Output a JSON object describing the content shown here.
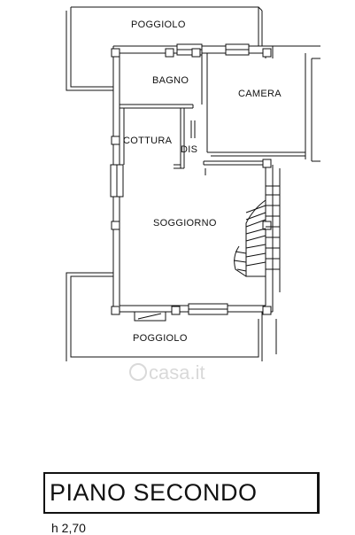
{
  "plan": {
    "rooms": {
      "poggiolo_top": "POGGIOLO",
      "bagno": "BAGNO",
      "camera": "CAMERA",
      "cottura": "COTTURA",
      "dis": "DIS",
      "soggiorno": "SOGGIORNO",
      "poggiolo_bottom": "POGGIOLO"
    },
    "watermark": "casa.it"
  },
  "title": {
    "floor_name": "PIANO SECONDO",
    "height": "h 2,70"
  },
  "colors": {
    "lines": "#111111",
    "watermark": "#d9d9d9"
  }
}
